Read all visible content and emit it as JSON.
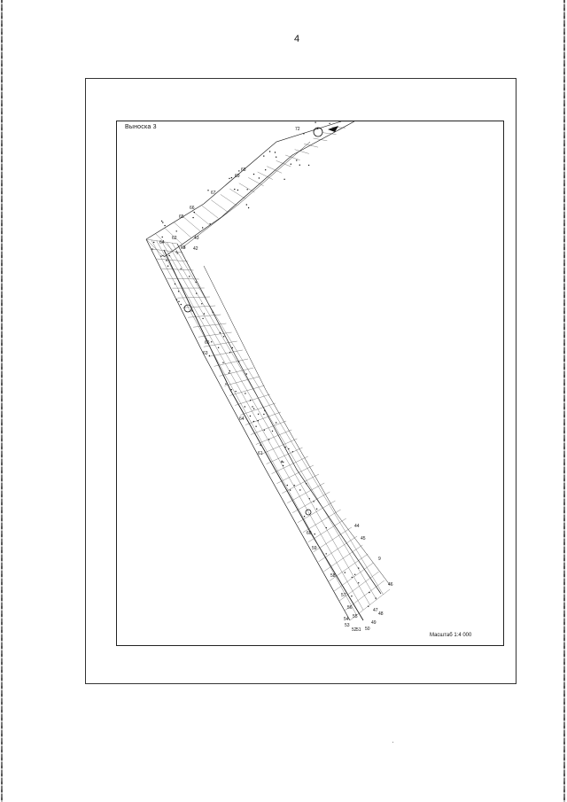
{
  "page": {
    "number": "4"
  },
  "sheet": {
    "title": "Выноска 3",
    "scale": "Масштаб 1:4 000"
  },
  "map": {
    "colors": {
      "ink": "#1a1a1a",
      "hatch": "#444444"
    },
    "point_labels": [
      "72",
      "69",
      "68",
      "67",
      "66",
      "65",
      "64",
      "62",
      "63",
      "43",
      "42",
      "60",
      "61",
      "64",
      "44",
      "45",
      "9",
      "59",
      "58",
      "57",
      "56",
      "55",
      "54",
      "53",
      "52",
      "51",
      "50",
      "49",
      "48",
      "47",
      "46",
      "65",
      "63"
    ]
  }
}
